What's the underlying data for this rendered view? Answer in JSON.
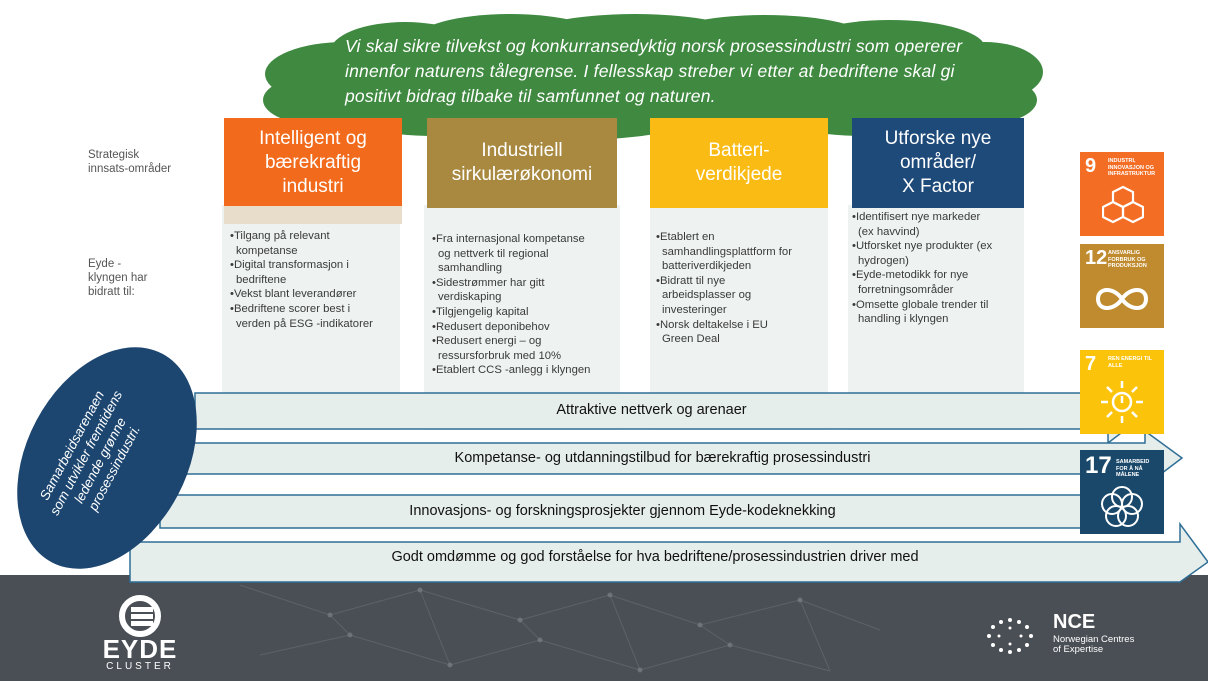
{
  "vision": {
    "lines": [
      "Vi skal sikre tilvekst og konkurransedyktig norsk prosessindustri som opererer",
      "innenfor naturens tålegrense. I fellesskap streber vi etter at bedriftene skal gi",
      "positivt bidrag tilbake til samfunnet og naturen."
    ]
  },
  "labels": {
    "strategic": [
      "Strategisk",
      "innsats-områder"
    ],
    "contributed": [
      "Eyde -",
      "klyngen har",
      "bidratt til:"
    ]
  },
  "columns": [
    {
      "title": [
        "Intelligent og",
        "bærekraftig",
        "industri"
      ],
      "color": "#f26a1b",
      "bullets": [
        "•Tilgang på relevant",
        "  kompetanse",
        "•Digital transformasjon i",
        "  bedriftene",
        "•Vekst blant leverandører",
        "•Bedriftene scorer best i",
        "  verden på ESG -indikatorer"
      ]
    },
    {
      "title": [
        "Industriell",
        "sirkulærøkonomi"
      ],
      "color": "#a8893f",
      "bullets": [
        "•Fra internasjonal kompetanse",
        "  og nettverk til regional",
        "  samhandling",
        "•Sidestrømmer har gitt",
        "  verdiskaping",
        "•Tilgjengelig kapital",
        "•Redusert deponibehov",
        "•Redusert energi  – og",
        "  ressursforbruk med 10%",
        "•Etablert CCS -anlegg i klyngen"
      ]
    },
    {
      "title": [
        "Batteri-",
        "verdikjede"
      ],
      "color": "#fbbb15",
      "bullets": [
        "•Etablert en",
        "  samhandlingsplattform for",
        "  batteriverdikjeden",
        "•Bidratt til nye",
        "  arbeidsplasser og",
        "  investeringer",
        "•Norsk deltakelse i EU",
        "  Green Deal"
      ]
    },
    {
      "title": [
        "Utforske nye",
        "områder/",
        "X Factor"
      ],
      "color": "#1e4a7a",
      "bullets": [
        "•Identifisert nye markeder",
        "  (ex havvind)",
        "•Utforsket nye produkter (ex",
        "  hydrogen)",
        "•Eyde-metodikk for nye",
        "  forretningsområder",
        "•Omsette globale trender til",
        "  handling i klyngen"
      ]
    }
  ],
  "arrows": [
    "Attraktive nettverk og arenaer",
    "Kompetanse- og utdanningstilbud for bærekraftig prosessindustri",
    "Innovasjons- og forskningsprosjekter gjennom Eyde-kodeknekking",
    "Godt omdømme og god forståelse for hva bedriftene/prosessindustrien driver med"
  ],
  "oval": {
    "lines": [
      "Samarbeidsarenaen",
      "som utvikler fremtidens",
      "ledende grønne",
      "prosessindustri."
    ],
    "color": "#1c4670"
  },
  "sdg": [
    {
      "number": "9",
      "caption": "INDUSTRI, INNOVASJON OG INFRASTRUKTUR",
      "color": "#f36d25",
      "icon": "cubes-icon"
    },
    {
      "number": "12",
      "caption": "ANSVARLIG FORBRUK OG PRODUKSJON",
      "color": "#bf8b2e",
      "icon": "infinity-icon"
    },
    {
      "number": "7",
      "caption": "REN ENERGI TIL ALLE",
      "color": "#fcc30b",
      "icon": "sun-power-icon"
    },
    {
      "number": "17",
      "caption": "SAMARBEID FOR Å NÅ MÅLENE",
      "color": "#19486a",
      "icon": "flower-rings-icon"
    }
  ],
  "logos": {
    "eyde": [
      "EYDE",
      "CLUSTER"
    ],
    "nce": [
      "NCE",
      "Norwegian Centres",
      "of Expertise"
    ]
  },
  "colors": {
    "cloud": "#3f8a40",
    "arrow_fill": "#e6eeec",
    "arrow_stroke": "#2f6f96",
    "footer": "#4a4e55"
  }
}
